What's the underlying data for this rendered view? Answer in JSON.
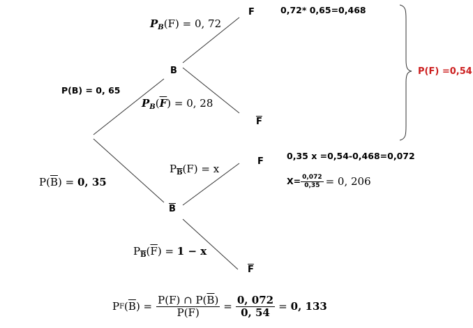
{
  "colors": {
    "ink": "#000000",
    "line": "#333333",
    "accent": "#cc1f1f"
  },
  "nodes": {
    "B": "B",
    "B_bar": "B",
    "F_top": "F",
    "Fbar_top": "F",
    "F_bottom": "F",
    "Fbar_bottom": "F"
  },
  "branches": {
    "p_B": "P(B) = 0, 65",
    "p_Bbar": {
      "lhs": "P(",
      "event": "B",
      "mid": ") = ",
      "value": "0, 35"
    },
    "pB_F": {
      "prefix": "P",
      "cond": "B",
      "arg": "(F) = 0, 72"
    },
    "pB_Fbar": {
      "prefix": "P",
      "cond": "B",
      "open": "(",
      "event": "F",
      "close": ") = 0, 28"
    },
    "pBbar_F": {
      "prefix": "P",
      "cond": "B",
      "arg": "(F) = x"
    },
    "pBbar_Fbar": {
      "prefix": "P",
      "cond": "B",
      "open": "(",
      "event": "F",
      "close": ") = ",
      "value": "1 − x"
    }
  },
  "calculations": {
    "line1": "0,72* 0,65=0,468",
    "line2": "0,35 x =0,54-0,468=0,072",
    "x_prefix": "X=",
    "x_num": "0,072",
    "x_den": "0,35",
    "x_result": "= 0, 206"
  },
  "result": {
    "label": "P(F) =0,54"
  },
  "formula": {
    "lhs_prefix": "P",
    "lhs_sub": "F",
    "lhs_open": "(",
    "lhs_event": "B",
    "lhs_close": ") =",
    "num_text": "P(F) ∩ P(",
    "num_event": "B",
    "num_close": ")",
    "den": "P(F)",
    "eq1": "=",
    "num2": "0, 072",
    "den2": "0, 54",
    "eq2": "=",
    "result": "0, 133"
  }
}
